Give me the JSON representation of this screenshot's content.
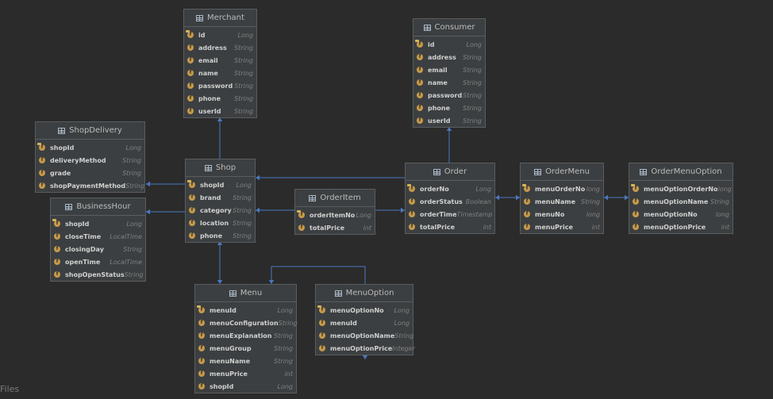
{
  "diagram": {
    "entities": [
      {
        "key": "merchant",
        "name": "Merchant",
        "fields": [
          {
            "name": "id",
            "type": "Long",
            "pk": true
          },
          {
            "name": "address",
            "type": "String"
          },
          {
            "name": "email",
            "type": "String"
          },
          {
            "name": "name",
            "type": "String"
          },
          {
            "name": "password",
            "type": "String"
          },
          {
            "name": "phone",
            "type": "String"
          },
          {
            "name": "userId",
            "type": "String"
          }
        ]
      },
      {
        "key": "consumer",
        "name": "Consumer",
        "fields": [
          {
            "name": "id",
            "type": "Long",
            "pk": true
          },
          {
            "name": "address",
            "type": "String"
          },
          {
            "name": "email",
            "type": "String"
          },
          {
            "name": "name",
            "type": "String"
          },
          {
            "name": "password",
            "type": "String"
          },
          {
            "name": "phone",
            "type": "String"
          },
          {
            "name": "userId",
            "type": "String"
          }
        ]
      },
      {
        "key": "shopdelivery",
        "name": "ShopDelivery",
        "fields": [
          {
            "name": "shopId",
            "type": "Long",
            "pk": true
          },
          {
            "name": "deliveryMethod",
            "type": "String"
          },
          {
            "name": "grade",
            "type": "String"
          },
          {
            "name": "shopPaymentMethod",
            "type": "String"
          }
        ]
      },
      {
        "key": "businesshour",
        "name": "BusinessHour",
        "fields": [
          {
            "name": "shopId",
            "type": "Long",
            "pk": true
          },
          {
            "name": "closeTime",
            "type": "LocalTime"
          },
          {
            "name": "closingDay",
            "type": "String"
          },
          {
            "name": "openTime",
            "type": "LocalTime"
          },
          {
            "name": "shopOpenStatus",
            "type": "String"
          }
        ]
      },
      {
        "key": "shop",
        "name": "Shop",
        "fields": [
          {
            "name": "shopId",
            "type": "Long",
            "pk": true
          },
          {
            "name": "brand",
            "type": "String"
          },
          {
            "name": "category",
            "type": "String"
          },
          {
            "name": "location",
            "type": "String"
          },
          {
            "name": "phone",
            "type": "String"
          }
        ]
      },
      {
        "key": "orderitem",
        "name": "OrderItem",
        "fields": [
          {
            "name": "orderItemNo",
            "type": "Long",
            "pk": true
          },
          {
            "name": "totalPrice",
            "type": "int"
          }
        ]
      },
      {
        "key": "order",
        "name": "Order",
        "fields": [
          {
            "name": "orderNo",
            "type": "Long",
            "pk": true
          },
          {
            "name": "orderStatus",
            "type": "Boolean"
          },
          {
            "name": "orderTime",
            "type": "Timestamp"
          },
          {
            "name": "totalPrice",
            "type": "int"
          }
        ]
      },
      {
        "key": "ordermenu",
        "name": "OrderMenu",
        "fields": [
          {
            "name": "menuOrderNo",
            "type": "long",
            "pk": true
          },
          {
            "name": "menuName",
            "type": "String"
          },
          {
            "name": "menuNo",
            "type": "long"
          },
          {
            "name": "menuPrice",
            "type": "int"
          }
        ]
      },
      {
        "key": "ordermenuoption",
        "name": "OrderMenuOption",
        "fields": [
          {
            "name": "menuOptionOrderNo",
            "type": "long",
            "pk": true
          },
          {
            "name": "menuOptionName",
            "type": "String"
          },
          {
            "name": "menuOptionNo",
            "type": "long"
          },
          {
            "name": "menuOptionPrice",
            "type": "int"
          }
        ]
      },
      {
        "key": "menu",
        "name": "Menu",
        "fields": [
          {
            "name": "menuId",
            "type": "Long",
            "pk": true
          },
          {
            "name": "menuConfiguration",
            "type": "String"
          },
          {
            "name": "menuExplanation",
            "type": "String"
          },
          {
            "name": "menuGroup",
            "type": "String"
          },
          {
            "name": "menuName",
            "type": "String"
          },
          {
            "name": "menuPrice",
            "type": "int"
          },
          {
            "name": "shopId",
            "type": "Long"
          }
        ]
      },
      {
        "key": "menuoption",
        "name": "MenuOption",
        "fields": [
          {
            "name": "menuOptionNo",
            "type": "Long",
            "pk": true
          },
          {
            "name": "menuId",
            "type": "Long"
          },
          {
            "name": "menuOptionName",
            "type": "String"
          },
          {
            "name": "menuOptionPrice",
            "type": "Integer"
          }
        ]
      }
    ]
  },
  "footer": {
    "files_label": "Files"
  },
  "colors": {
    "background": "#2b2b2b",
    "node": "#3c3f41",
    "edge": "#4a78c2",
    "field_icon": "#c79a4a"
  }
}
